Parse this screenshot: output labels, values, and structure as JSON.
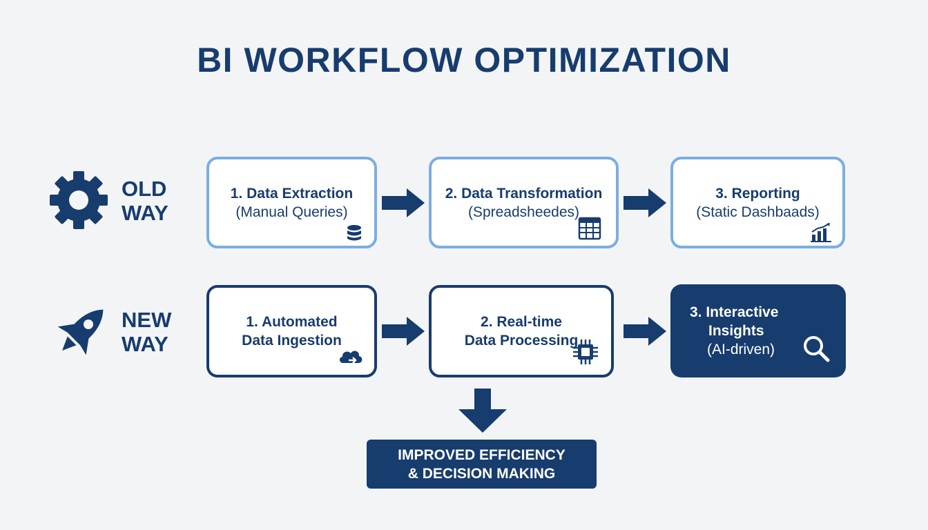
{
  "title": "BI WORKFLOW OPTIMIZATION",
  "colors": {
    "navy": "#173c6e",
    "light_blue": "#7aaee0",
    "background": "#f3f4f6"
  },
  "rows": {
    "old": {
      "label_line1": "OLD",
      "label_line2": "WAY",
      "icon": "gear-icon",
      "steps": [
        {
          "title": "1. Data Extraction",
          "subtitle": "(Manual Queries)",
          "icon": "database-icon"
        },
        {
          "title": "2. Data Transformation",
          "subtitle": "(Spreadsheedes)",
          "icon": "spreadsheet-icon"
        },
        {
          "title": "3. Reporting",
          "subtitle": "(Static Dashbaads)",
          "icon": "bar-chart-icon"
        }
      ]
    },
    "new": {
      "label_line1": "NEW",
      "label_line2": "WAY",
      "icon": "rocket-icon",
      "steps": [
        {
          "title_line1": "1. Automated",
          "title_line2": "Data Ingestion",
          "icon": "cloud-upload-icon"
        },
        {
          "title_line1": "2. Real-time",
          "title_line2": "Data Processing",
          "icon": "chip-icon"
        },
        {
          "title_line1": "3. Interactive",
          "title_line2": "Insights",
          "subtitle": "(AI-driven)",
          "icon": "search-icon"
        }
      ]
    }
  },
  "result": {
    "line1": "IMPROVED EFFICIENCY",
    "line2": "& DECISION MAKING"
  }
}
